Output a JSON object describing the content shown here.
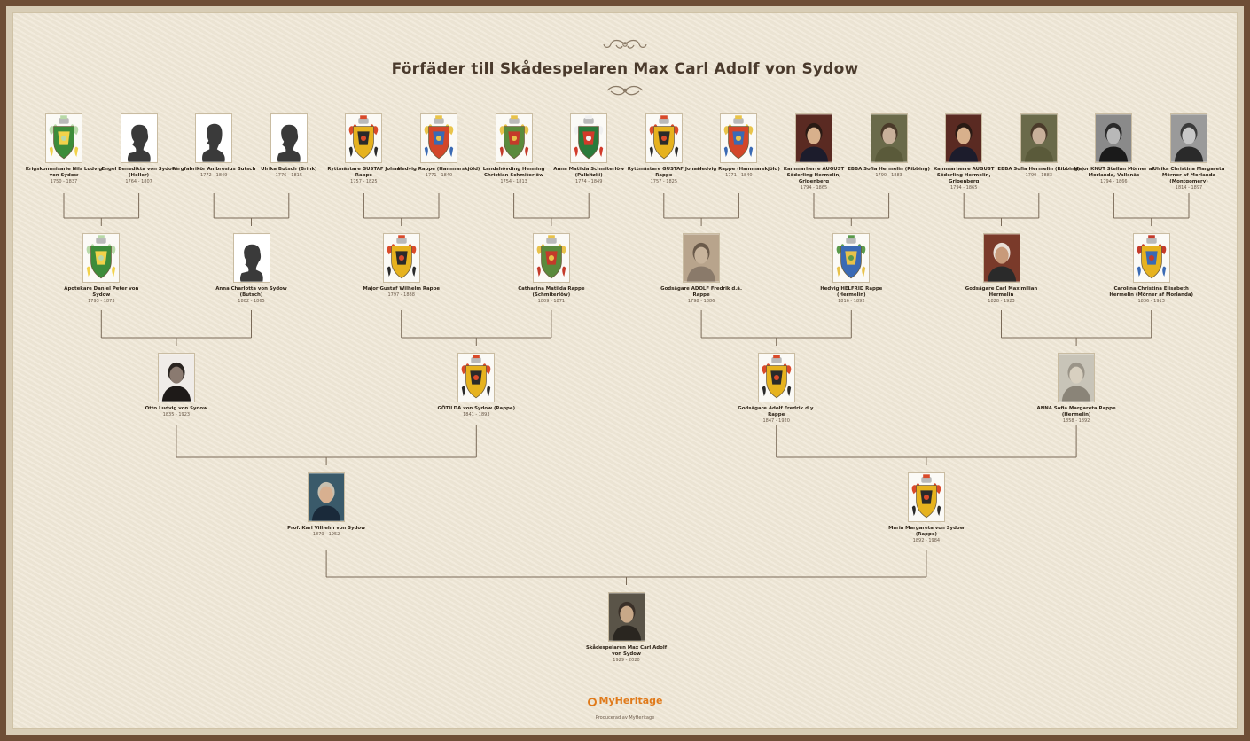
{
  "title": "Förfäder till Skådespelaren Max Carl Adolf von Sydow",
  "logo_text": "MyHeritage",
  "footer": "Producerad av MyHeritage",
  "colors": {
    "line": "#7a6a58",
    "accent": "#e07a1a",
    "title": "#4a3a2c"
  },
  "generations": [
    [
      {
        "name": "Krigskommisarie Nils Ludvig von Sydow",
        "years": "1750 - 1837",
        "image": "coat-of-arms-sydow"
      },
      {
        "name": "Engel Benedikta von Sydow (Heller)",
        "years": "1764 - 1807",
        "image": "silhouette-female"
      },
      {
        "name": "Färgfabrikör Ambrosius Butsch",
        "years": "1772 - 1849",
        "image": "silhouette-male"
      },
      {
        "name": "Ulrika Butsch (Brink)",
        "years": "1776 - 1815",
        "image": "silhouette-female"
      },
      {
        "name": "Ryttmästare GUSTAF Johan Rappe",
        "years": "1757 - 1825",
        "image": "coat-of-arms-rappe"
      },
      {
        "name": "Hedvig Rappe (Hammarskjöld)",
        "years": "1771 - 1840",
        "image": "coat-of-arms-hammarskjold"
      },
      {
        "name": "Landshövding Henning Christian Schmiterlöw",
        "years": "1754 - 1813",
        "image": "coat-of-arms-schmiterlow"
      },
      {
        "name": "Anna Matilda Schmiterlöw (Palbitzki)",
        "years": "1774 - 1849",
        "image": "coat-of-arms-palbitzki"
      },
      {
        "name": "Ryttmästare GUSTAF Johan Rappe",
        "years": "1757 - 1825",
        "image": "coat-of-arms-rappe"
      },
      {
        "name": "Hedvig Rappe (Hammarskjöld)",
        "years": "1771 - 1840",
        "image": "coat-of-arms-hammarskjold"
      },
      {
        "name": "Kammarherre AUGUST Söderling Hermelin, Gripenberg",
        "years": "1794 - 1865",
        "image": "portrait-painting-man"
      },
      {
        "name": "EBBA Sofia Hermelin (Ribbing)",
        "years": "1790 - 1883",
        "image": "portrait-painting-woman"
      },
      {
        "name": "Kammarherre AUGUST Söderling Hermelin, Gripenberg",
        "years": "1794 - 1865",
        "image": "portrait-painting-man"
      },
      {
        "name": "EBBA Sofia Hermelin (Ribbing)",
        "years": "1790 - 1883",
        "image": "portrait-painting-woman"
      },
      {
        "name": "Major KNUT Stellan Mörner af Morlanda, Vallsnäs",
        "years": "1794 - 1866",
        "image": "portrait-bw-man"
      },
      {
        "name": "Ulrika Christina Margareta Mörner af Morlanda (Montgomery)",
        "years": "1814 - 1897",
        "image": "portrait-bw-woman"
      }
    ],
    [
      {
        "name": "Apotekare Daniel Peter von Sydow",
        "years": "1793 - 1873",
        "image": "coat-of-arms-sydow"
      },
      {
        "name": "Anna Charlotta von Sydow (Butsch)",
        "years": "1802 - 1865",
        "image": "silhouette-female"
      },
      {
        "name": "Major Gustaf Wilhelm Rappe",
        "years": "1797 - 1888",
        "image": "coat-of-arms-rappe"
      },
      {
        "name": "Catharina Matilda Rappe (Schmiterlöw)",
        "years": "1809 - 1871",
        "image": "coat-of-arms-schmiterlow"
      },
      {
        "name": "Godsägare ADOLF Fredrik d.ä. Rappe",
        "years": "1798 - 1886",
        "image": "portrait-sepia-man"
      },
      {
        "name": "Hedvig HELFRID Rappe (Hermelin)",
        "years": "1816 - 1892",
        "image": "coat-of-arms-hermelin"
      },
      {
        "name": "Godsägare Carl Maximilian Hermelin",
        "years": "1828 - 1923",
        "image": "portrait-painting-old-man"
      },
      {
        "name": "Carolina Christina Elisabeth Hermelin (Mörner af Morlanda)",
        "years": "1836 - 1913",
        "image": "coat-of-arms-morner"
      }
    ],
    [
      {
        "name": "Otto Ludvig von Sydow",
        "years": "1835 - 1923",
        "image": "portrait-oval-man"
      },
      {
        "name": "GÖTILDA von Sydow (Rappe)",
        "years": "1841 - 1893",
        "image": "coat-of-arms-rappe"
      },
      {
        "name": "Godsägare Adolf Fredrik d.y. Rappe",
        "years": "1847 - 1920",
        "image": "coat-of-arms-rappe"
      },
      {
        "name": "ANNA Sofia Margareta Rappe (Hermelin)",
        "years": "1858 - 1892",
        "image": "portrait-faded-woman"
      }
    ],
    [
      {
        "name": "Prof. Karl Vilhelm von Sydow",
        "years": "1879 - 1952",
        "image": "portrait-photo-man"
      },
      {
        "name": "Maria Margareta von Sydow (Rappe)",
        "years": "1892 - 1984",
        "image": "coat-of-arms-rappe"
      }
    ],
    [
      {
        "name": "Skådespelaren Max Carl Adolf von Sydow",
        "years": "1929 - 2020",
        "image": "portrait-photo-actor"
      }
    ]
  ]
}
